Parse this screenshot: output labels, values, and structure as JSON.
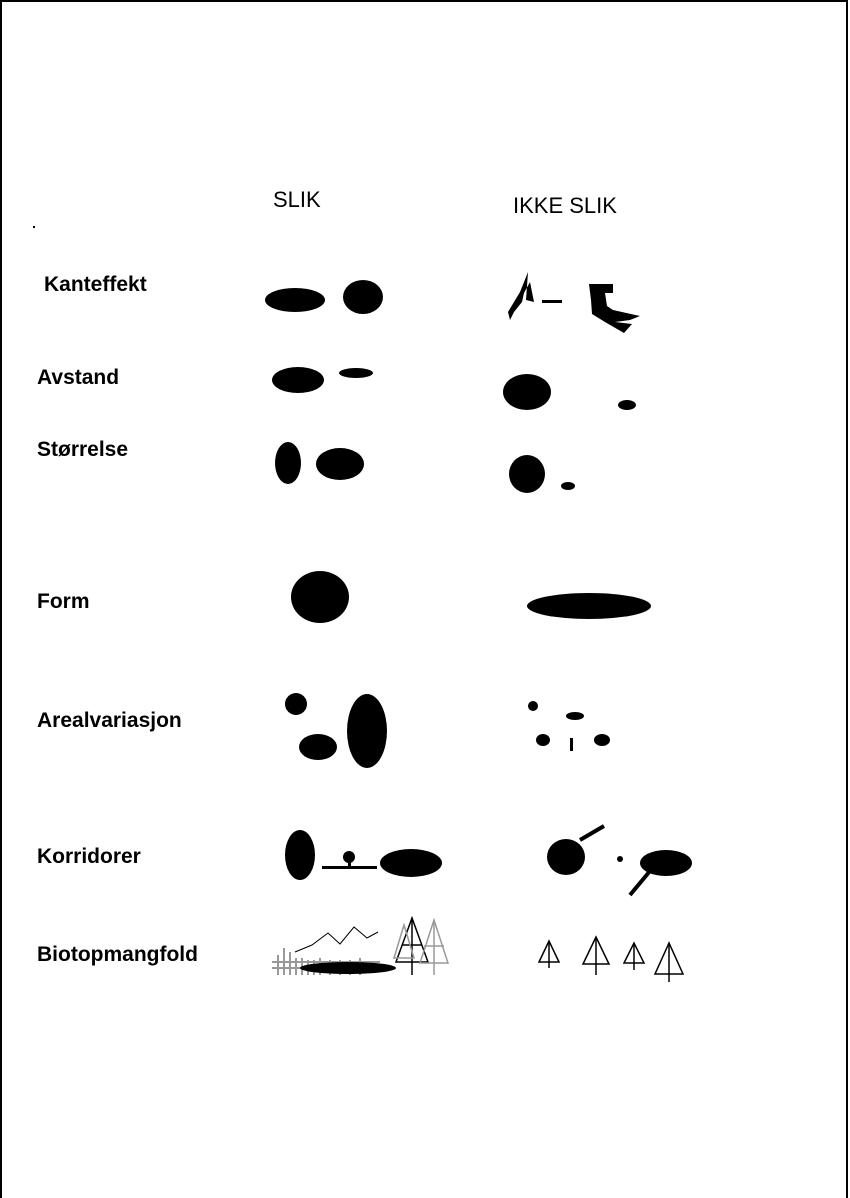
{
  "headers": {
    "good": "SLIK",
    "bad": "IKKE SLIK"
  },
  "rows": [
    {
      "label": "Kanteffekt"
    },
    {
      "label": "Avstand"
    },
    {
      "label": "Størrelse"
    },
    {
      "label": "Form"
    },
    {
      "label": "Arealvariasjon"
    },
    {
      "label": "Korridorer"
    },
    {
      "label": "Biotopmangfold"
    }
  ]
}
